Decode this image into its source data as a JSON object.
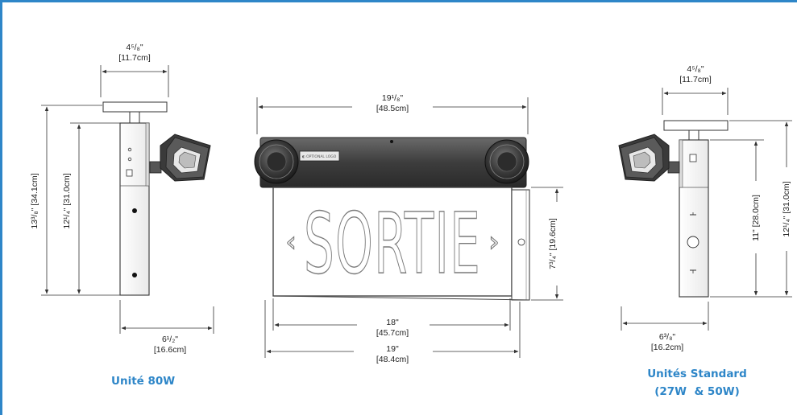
{
  "left_unit": {
    "caption": "Unité 80W",
    "top_width": "4⁵/₈\"",
    "top_width_cm": "[11.7cm]",
    "total_height": "13³/₈\" [34.1cm]",
    "body_height": "12¹/₄\" [31.0cm]",
    "depth": "6¹/₂\"",
    "depth_cm": "[16.6cm]"
  },
  "center_unit": {
    "sign_text": "SORTIE",
    "chevron_left": "‹",
    "chevron_right": "›",
    "badge_text": "◐ OPTIONAL LOGO",
    "housing_width": "19¹/₈\"",
    "housing_width_cm": "[48.5cm]",
    "panel_height": "7³/₄\" [19.6cm]",
    "panel_width": "18\"",
    "panel_width_cm": "[45.7cm]",
    "overall_width": "19\"",
    "overall_width_cm": "[48.4cm]"
  },
  "right_unit": {
    "caption_line1": "Unités Standard",
    "caption_line2": "(27W  & 50W)",
    "top_width": "4⁵/₈\"",
    "top_width_cm": "[11.7cm]",
    "body_height": "11\" [28.0cm]",
    "total_height": "12¹/₄\" [31.0cm]",
    "depth": "6³/₈\"",
    "depth_cm": "[16.2cm]"
  },
  "colors": {
    "accent": "#2e86c8",
    "housing": "#4a4a4a",
    "line": "#333333"
  }
}
